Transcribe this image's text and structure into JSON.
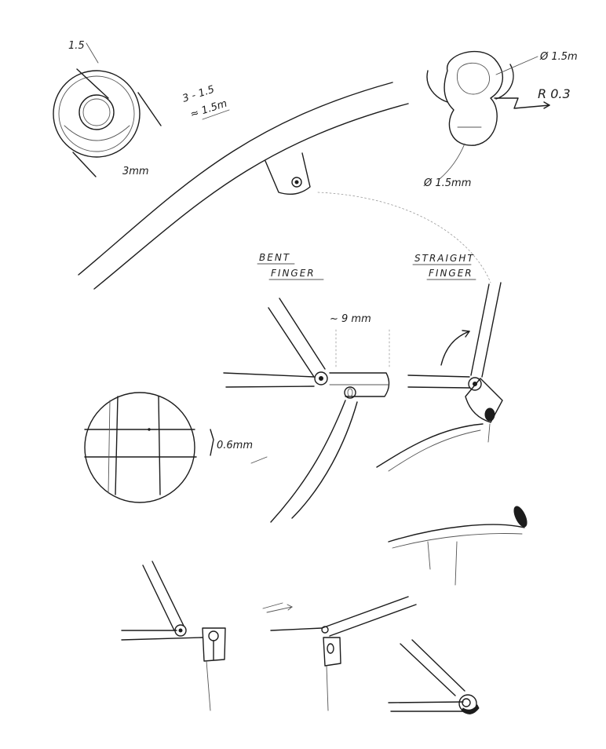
{
  "annotations": {
    "top_left_dim": "1.5",
    "top_left_ratio": "3 - 1.5",
    "top_left_ratio2": "≈ 1.5m",
    "top_left_diameter": "3mm",
    "top_right_hole": "Ø 1.5m",
    "top_right_radius": "R 0.3",
    "top_right_diameter": "Ø 1.5mm",
    "gap": "~ 9 mm",
    "thickness": "0.6mm"
  },
  "headings": {
    "bent_line1": "BENT",
    "bent_line2": "FINGER",
    "straight_line1": "STRAIGHT",
    "straight_line2": "FINGER"
  }
}
